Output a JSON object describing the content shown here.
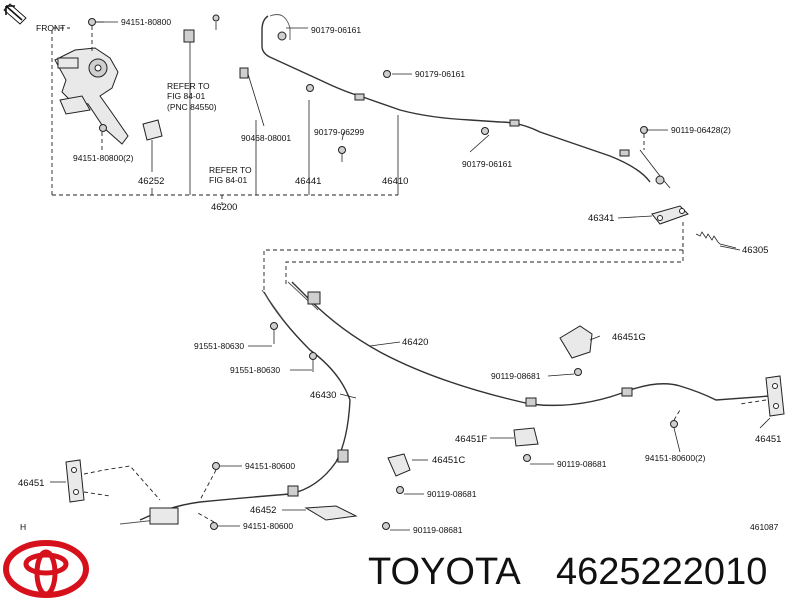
{
  "header": {
    "front_label": "FRONT"
  },
  "labels": {
    "l_94151_80800_top": "94151-80800",
    "l_refer_84550_1": "REFER TO",
    "l_refer_84550_2": "FIG 84-01",
    "l_refer_84550_3": "(PNC 84550)",
    "l_90179_06161_a": "90179-06161",
    "l_90179_06161_b": "90179-06161",
    "l_94151_80800_2": "94151-80800(2)",
    "l_90468_08001": "90468-08001",
    "l_90179_06299": "90179-06299",
    "l_90119_06428_2": "90119-06428(2)",
    "l_90179_06161_c": "90179-06161",
    "l_46252": "46252",
    "l_refer_84_01_1": "REFER TO",
    "l_refer_84_01_2": "FIG 84-01",
    "l_46441": "46441",
    "l_46410": "46410",
    "l_46200": "46200",
    "l_46341": "46341",
    "l_46305": "46305",
    "l_46420": "46420",
    "l_46451g": "46451G",
    "l_91551_80630_a": "91551-80630",
    "l_91551_80630_b": "91551-80630",
    "l_90119_08681_a": "90119-08681",
    "l_46430": "46430",
    "l_46451f": "46451F",
    "l_90119_08681_b": "90119-08681",
    "l_94151_80600_2": "94151-80600(2)",
    "l_46451_right": "46451",
    "l_46451c": "46451C",
    "l_94151_80600_a": "94151-80600",
    "l_46451_left": "46451",
    "l_90119_08681_c": "90119-08681",
    "l_46452": "46452",
    "l_94151_80600_b": "94151-80600",
    "l_90119_08681_d": "90119-08681",
    "l_h": "H",
    "l_461087": "461087"
  },
  "footer": {
    "brand": "TOYOTA",
    "part_number": "4625222010"
  },
  "colors": {
    "logo_red": "#d7111c",
    "line": "#222222"
  }
}
